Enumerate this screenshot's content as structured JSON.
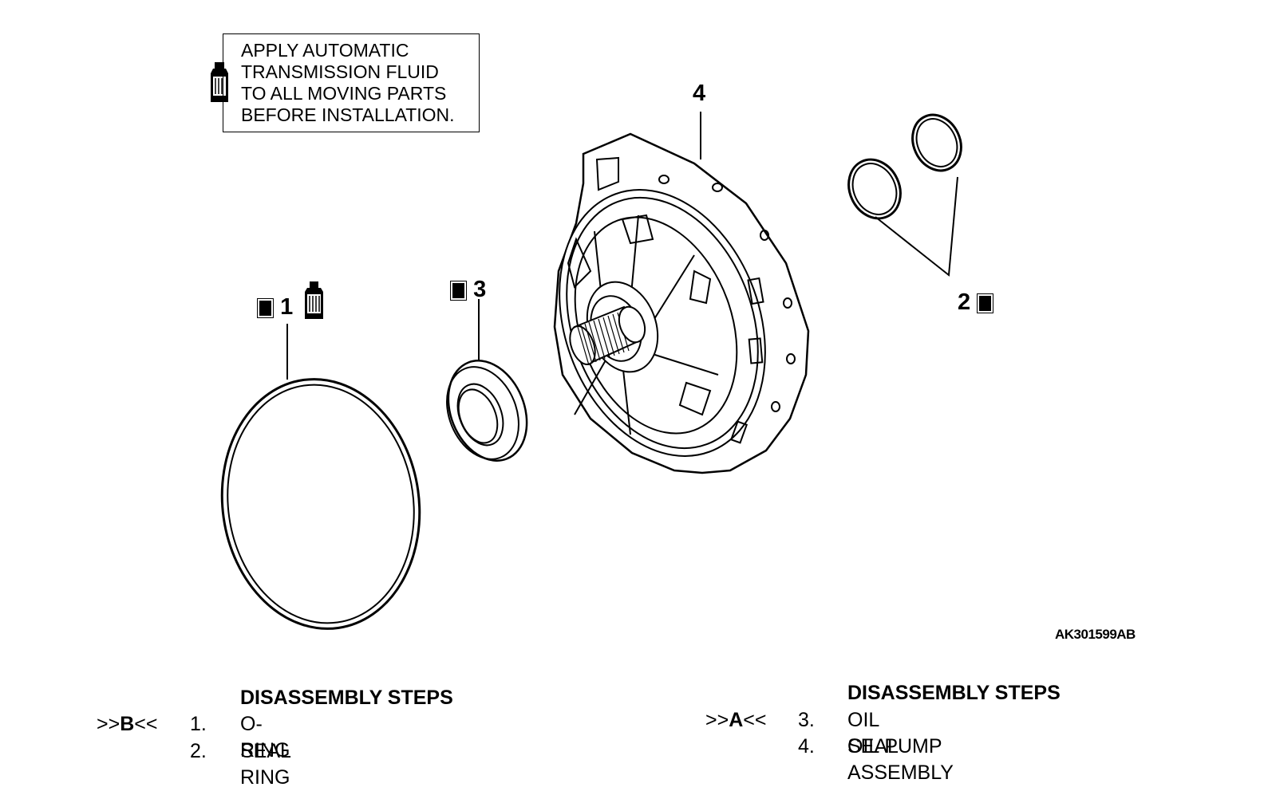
{
  "note": {
    "lines": [
      "APPLY AUTOMATIC",
      "TRANSMISSION FLUID",
      "TO ALL MOVING PARTS",
      "BEFORE INSTALLATION."
    ],
    "icon": "atf-bottle-icon"
  },
  "callouts": {
    "part4": "4",
    "part3": "3",
    "part2": "2",
    "part1": "1",
    "new_part_symbol": "N"
  },
  "figure_id": "AK301599AB",
  "steps_left": {
    "heading": "DISASSEMBLY STEPS",
    "marker_prefix": ">>",
    "marker_letter": "B",
    "marker_suffix": "<<",
    "items": [
      {
        "num": "1.",
        "name": "O-RING"
      },
      {
        "num": "2.",
        "name": "SEAL RING"
      }
    ]
  },
  "steps_right": {
    "heading": "DISASSEMBLY STEPS",
    "marker_prefix": ">>",
    "marker_letter": "A",
    "marker_suffix": "<<",
    "items": [
      {
        "num": "3.",
        "name": "OIL SEAL"
      },
      {
        "num": "4.",
        "name": "OIL PUMP ASSEMBLY"
      }
    ]
  }
}
